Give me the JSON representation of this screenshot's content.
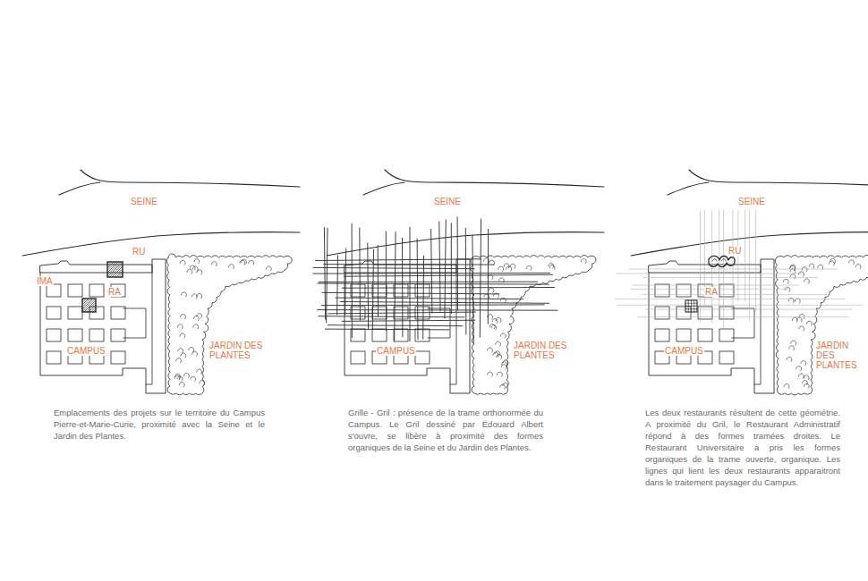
{
  "diagram": {
    "labels": [
      "SEINE",
      "RU",
      "IMA",
      "RA",
      "CAMPUS",
      "JARDIN DES PLANTES",
      "Emplacements des projets sur le territoire du Campus Pierre-et-Marie-Curie, proximité avec la Seine et le Jardin des Plantes.",
      "SEINE",
      "CAMPUS",
      "JARDIN DES PLANTES",
      "Grille - Gril : présence de la trame orthonormée du Campus. Le Gril dessiné par Édouard Albert s'ouvre, se libère à proximité des formes organiques de la Seine et du Jardin des Plantes.",
      "SEINE",
      "RU",
      "RA",
      "CAMPUS",
      "JARDIN DES PLANTES",
      "Les deux restaurants résultent de cette géométrie. A proximité du Gril, le Restaurant Administratif répond à des formes tramées droites. Le Restaurant Universitaire a pris les formes organiques de la trame ouverte, organique. Les lignes qui lient les deux restaurants apparaitront dans le traitement paysager du Campus."
    ]
  }
}
